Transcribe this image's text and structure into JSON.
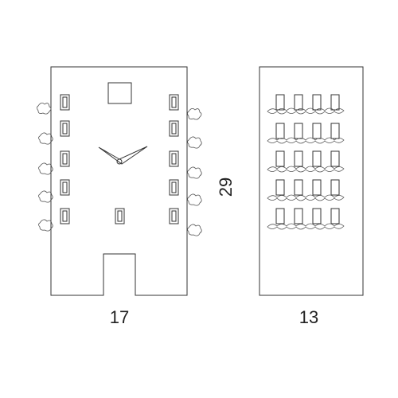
{
  "dimensions": {
    "front_width": "17",
    "side_width": "13",
    "height": "29"
  },
  "colors": {
    "line": "#333333",
    "foliage": "#555555",
    "background": "#ffffff"
  },
  "icons": [
    "clock-hands-icon",
    "foliage-icon"
  ]
}
